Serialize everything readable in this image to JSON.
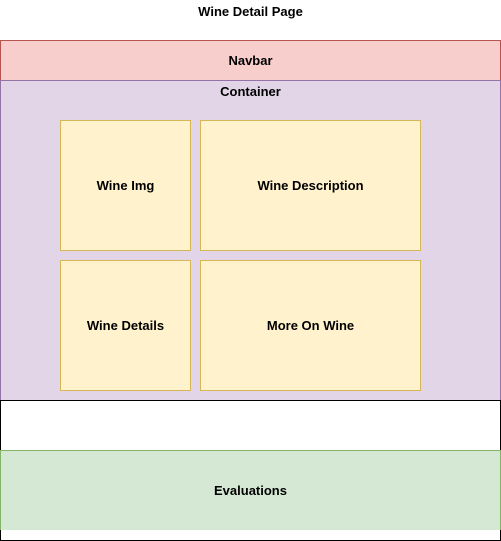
{
  "page_title": "Wine Detail Page",
  "navbar": {
    "label": "Navbar"
  },
  "container": {
    "label": "Container",
    "boxes": [
      {
        "label": "Wine Img"
      },
      {
        "label": "Wine Description"
      },
      {
        "label": "Wine Details"
      },
      {
        "label": "More On Wine"
      }
    ]
  },
  "evaluations": {
    "label": "Evaluations"
  },
  "colors": {
    "navbar_fill": "#f8cecc",
    "navbar_stroke": "#b85450",
    "container_fill": "#e1d5e7",
    "container_stroke": "#9673a6",
    "box_fill": "#fff2cc",
    "box_stroke": "#d6b656",
    "evaluations_fill": "#d5e8d4",
    "evaluations_stroke": "#82b366"
  }
}
